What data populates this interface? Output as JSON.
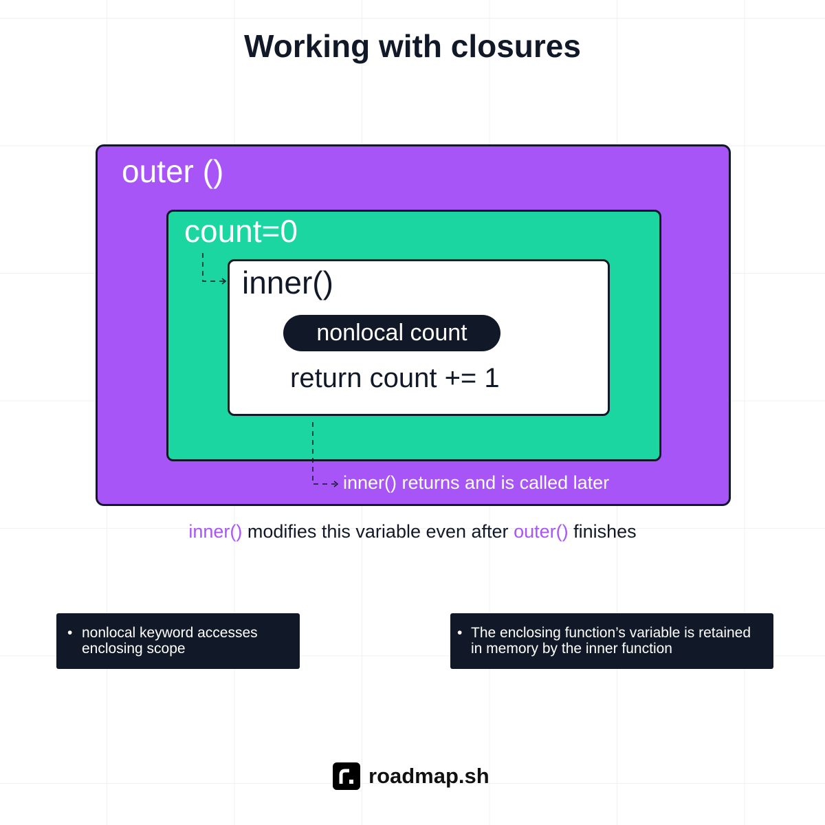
{
  "title": "Working with closures",
  "diagram": {
    "outer_label": "outer ()",
    "count_label": "count=0",
    "inner_label": "inner()",
    "nonlocal_pill": "nonlocal count",
    "return_line": "return count += 1",
    "returns_note": "inner() returns and is called later"
  },
  "caption": {
    "part1": "inner()",
    "part2": " modifies this variable even after ",
    "part3": "outer()",
    "part4": " finishes"
  },
  "notes": [
    {
      "bullet": "•",
      "text": "nonlocal keyword accesses enclosing scope"
    },
    {
      "bullet": "•",
      "text": "The enclosing function’s variable is retained in memory by the inner function"
    }
  ],
  "brand": {
    "name": "roadmap.sh"
  },
  "colors": {
    "outer": "#a855f7",
    "count": "#1bd6a1",
    "dark": "#111827"
  }
}
